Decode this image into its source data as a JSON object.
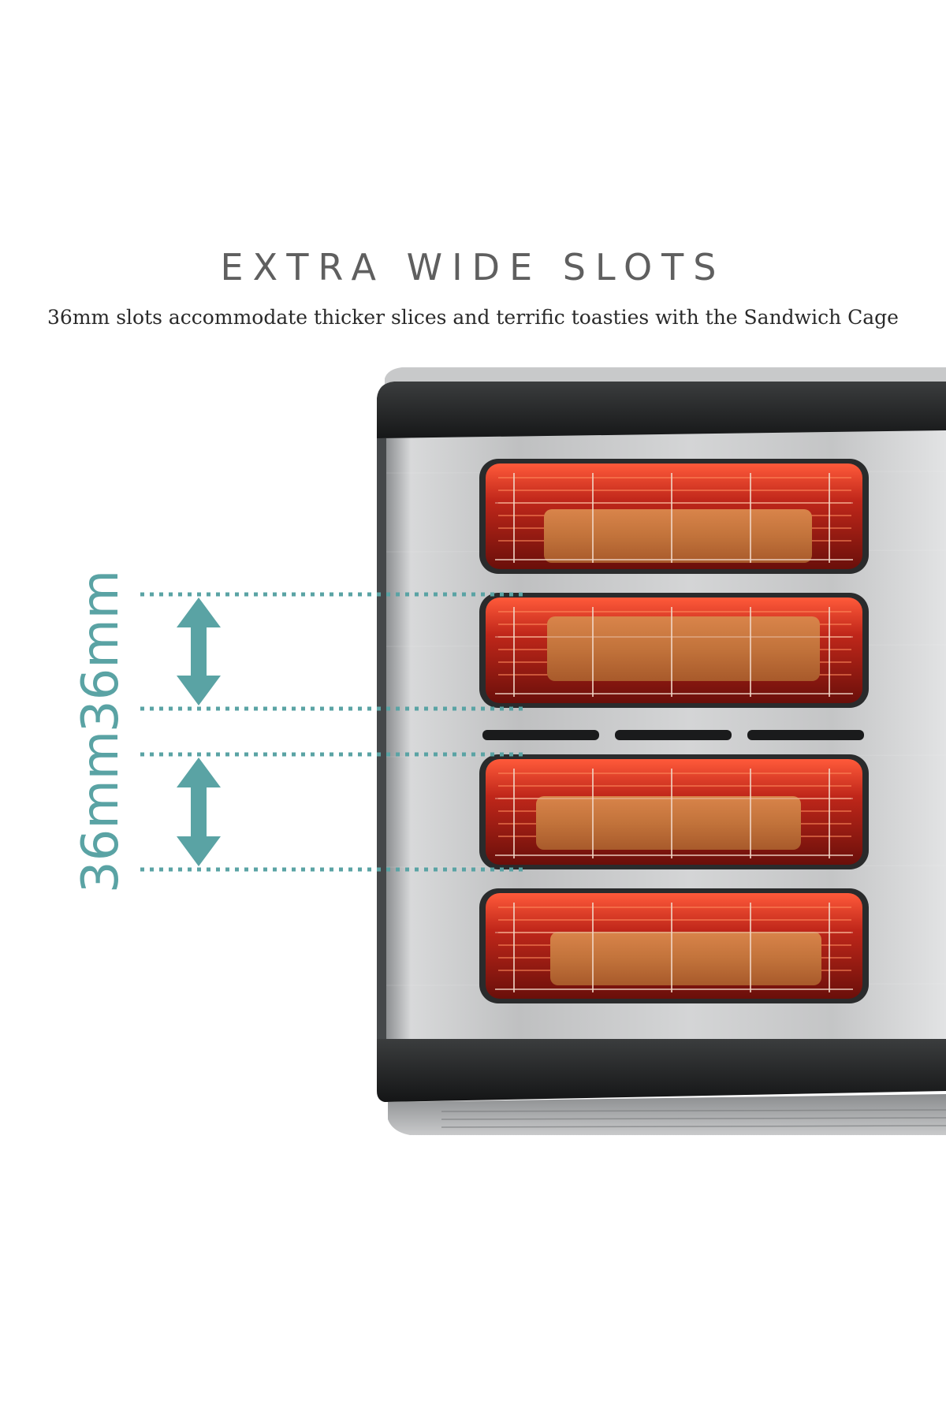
{
  "heading": "EXTRA WIDE SLOTS",
  "subheading": {
    "number": "36",
    "text": "mm slots accommodate thicker slices and terrific toasties with the Sandwich Cage"
  },
  "dimensions": [
    {
      "label": "36mm"
    },
    {
      "label": "36mm"
    }
  ],
  "colors": {
    "accent_teal": "#5aa3a4",
    "heading_gray": "#5f5f5f",
    "glow_red": "#d1301e",
    "body_steel": "#b9b9b9",
    "trim_black": "#1c1d1e"
  }
}
